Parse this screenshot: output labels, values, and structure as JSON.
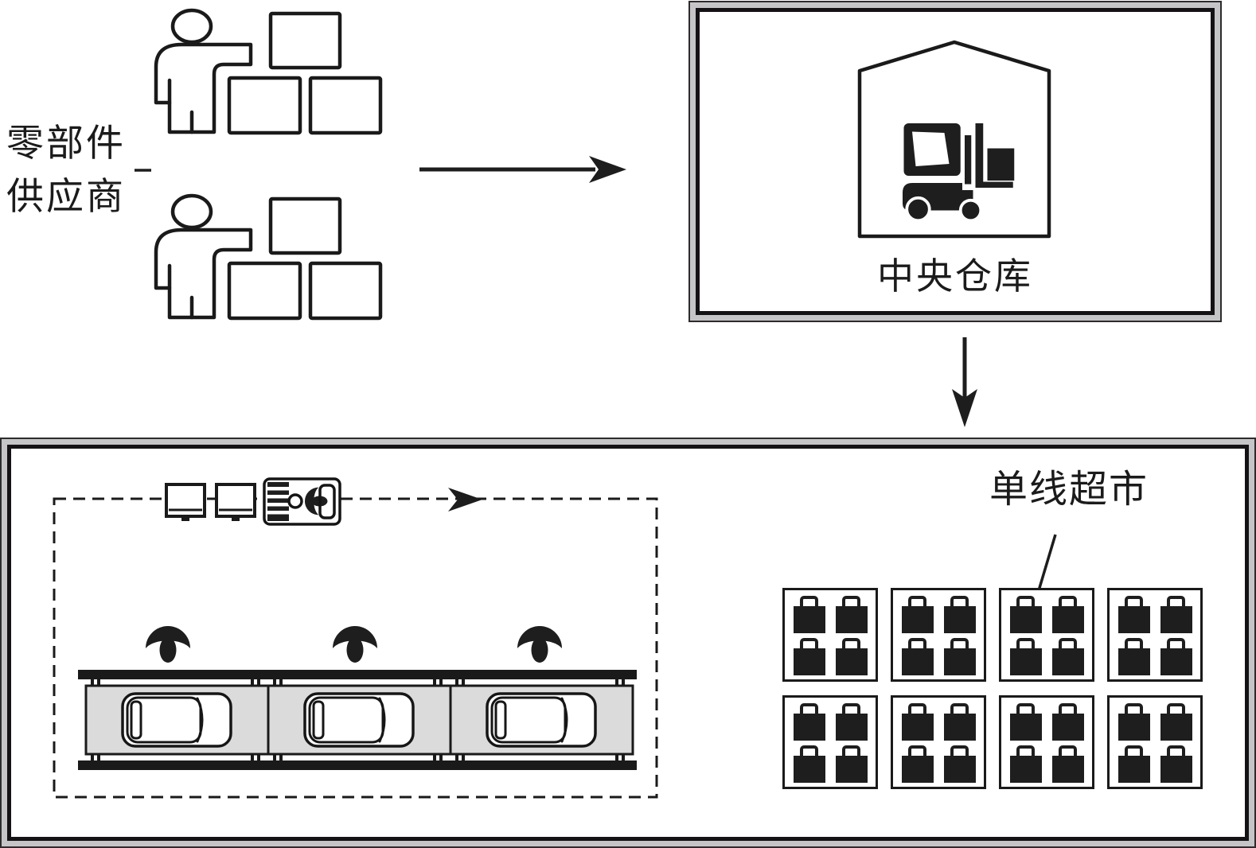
{
  "supplier_section": {
    "label_line1": "零部件",
    "label_line2": "供应商",
    "figure_count": 2,
    "boxes_per_figure": 3
  },
  "warehouse_section": {
    "label": "中央仓库"
  },
  "factory_section": {
    "supermarket_label": "单线超市",
    "supermarket_rows": 2,
    "supermarket_cols": 4,
    "bags_per_block": 4,
    "assembly_stations": 3,
    "workers": 3,
    "cars": 3,
    "tugger_carts": 2
  },
  "colors": {
    "line_black": "#1a1a1a",
    "icon_black": "#1e1e1e",
    "frame_gray": "#c5c5c7",
    "platform_gray": "#dbdbdb",
    "background": "#ffffff"
  }
}
